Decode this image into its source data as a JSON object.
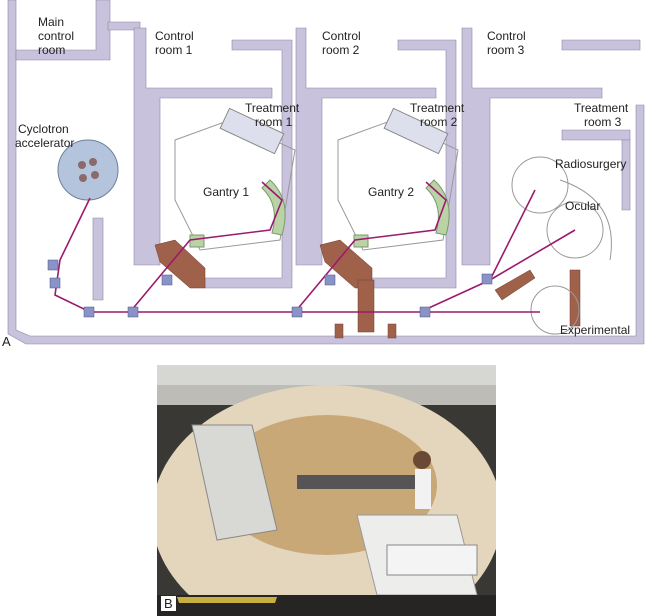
{
  "panel_a": {
    "letter": "A",
    "labels": {
      "main_control": [
        "Main",
        "control",
        "room"
      ],
      "control_1": [
        "Control",
        "room 1"
      ],
      "control_2": [
        "Control",
        "room 2"
      ],
      "control_3": [
        "Control",
        "room 3"
      ],
      "treatment_1": [
        "Treatment",
        "room 1"
      ],
      "treatment_2": [
        "Treatment",
        "room 2"
      ],
      "treatment_3": [
        "Treatment",
        "room 3"
      ],
      "cyclotron": [
        "Cyclotron",
        "accelerator"
      ],
      "gantry_1": "Gantry 1",
      "gantry_2": "Gantry 2",
      "radiosurgery": "Radiosurgery",
      "ocular": "Ocular",
      "experimental": "Experimental"
    }
  },
  "panel_b": {
    "letter": "B"
  },
  "colors": {
    "wall": "#c8c2dc",
    "beam": "#9c1a6e",
    "magnet": "#8a93c8",
    "shield": "#a0614a",
    "gantry_accent": "#b9d3a6"
  }
}
